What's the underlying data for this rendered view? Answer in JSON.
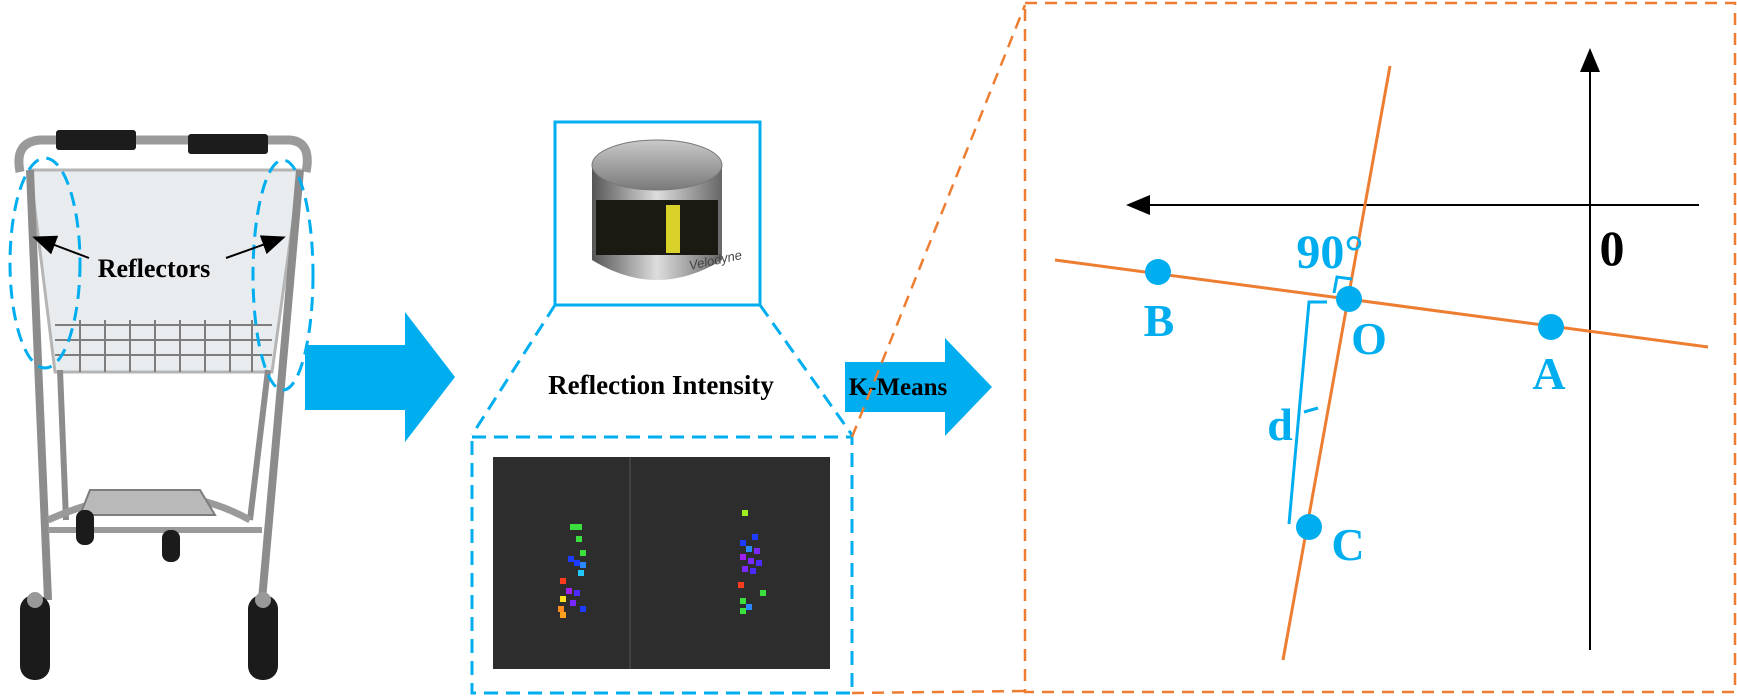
{
  "labels": {
    "reflectors": "Reflectors",
    "reflection_intensity": "Reflection  Intensity",
    "kmeans": "K-Means",
    "lidar_brand": "Velodyne",
    "angle": "90°",
    "origin": "0",
    "point_b": "B",
    "point_o": "O",
    "point_a": "A",
    "point_c": "C",
    "distance": "d"
  },
  "colors": {
    "accent": "#00aeef",
    "orange": "#ed7d31",
    "black": "#000000",
    "pointcloud_bg": "#2d2d2d"
  }
}
